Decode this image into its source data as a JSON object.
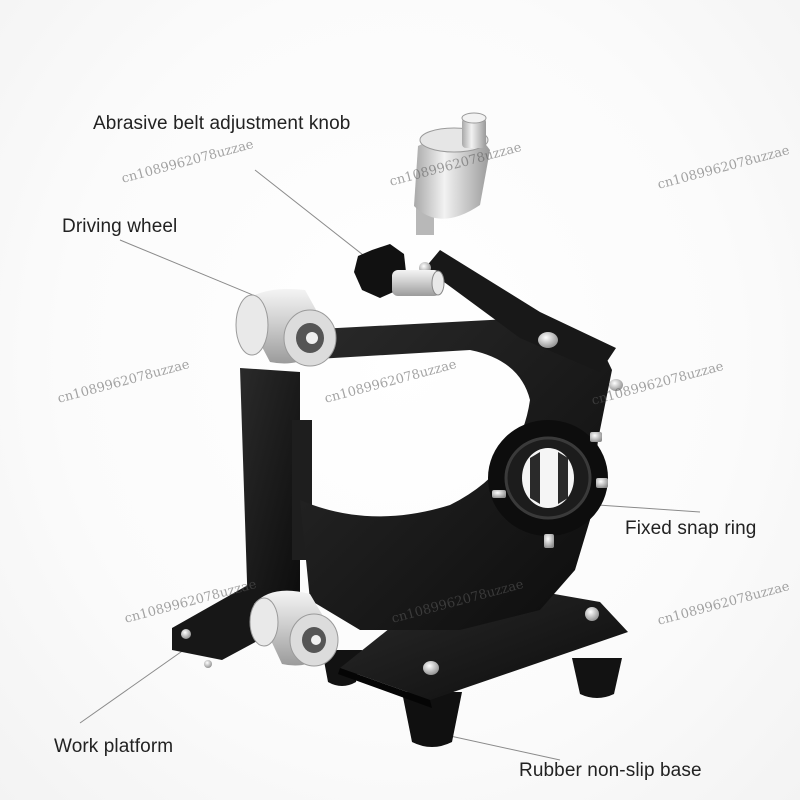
{
  "labels": {
    "knob": "Abrasive belt adjustment knob",
    "driving_wheel": "Driving wheel",
    "snap_ring": "Fixed snap ring",
    "work_platform": "Work platform",
    "base": "Rubber non-slip base"
  },
  "watermark": "cn1089962078uzzae",
  "colors": {
    "metal_black": "#161616",
    "aluminum": "#d9d9d9",
    "label_text": "#222222",
    "leader_line": "#8a8a8a"
  }
}
